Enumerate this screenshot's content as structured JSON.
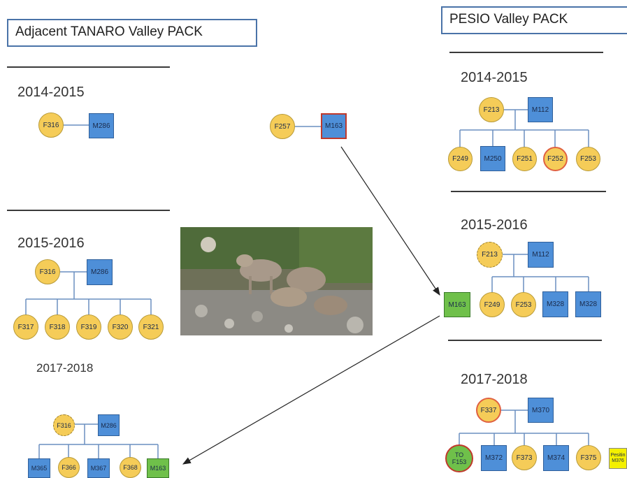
{
  "titles": {
    "left_pack": "Adjacent TANARO Valley PACK",
    "right_pack": "PESIO Valley PACK"
  },
  "years": {
    "left_2014": "2014-2015",
    "left_2015": "2015-2016",
    "left_2017": "2017-2018",
    "right_2014": "2014-2015",
    "right_2015": "2015-2016",
    "right_2017": "2017-2018"
  },
  "nodes": {
    "f316_a": "F316",
    "m286_a": "M286",
    "f257": "F257",
    "m163_top": "M163",
    "f213_a": "F213",
    "m112_a": "M112",
    "f249_a": "F249",
    "m250": "M250",
    "f251": "F251",
    "f252": "F252",
    "f253_a": "F253",
    "f316_b": "F316",
    "m286_b": "M286",
    "f317": "F317",
    "f318": "F318",
    "f319": "F319",
    "f320": "F320",
    "f321": "F321",
    "f213_b": "F213",
    "m112_b": "M112",
    "m163_mid": "M163",
    "f249_b": "F249",
    "f253_b": "F253",
    "m328_a": "M328",
    "m328_b": "M328",
    "f316_c": "F316",
    "m286_c": "M286",
    "m365": "M365",
    "f366": "F366",
    "m367": "M367",
    "f368": "F368",
    "m163_bottom": "M163",
    "f337": "F337",
    "m370": "M370",
    "to_f153": "TO F153",
    "m372": "M372",
    "f373": "F373",
    "m374": "M374",
    "f375": "F375",
    "yellow_label": "Pesitin M376"
  },
  "colors": {
    "female": "#f5cc58",
    "male": "#4e8fd8",
    "migrant": "#6fc04a",
    "box_border": "#4a73a8"
  }
}
